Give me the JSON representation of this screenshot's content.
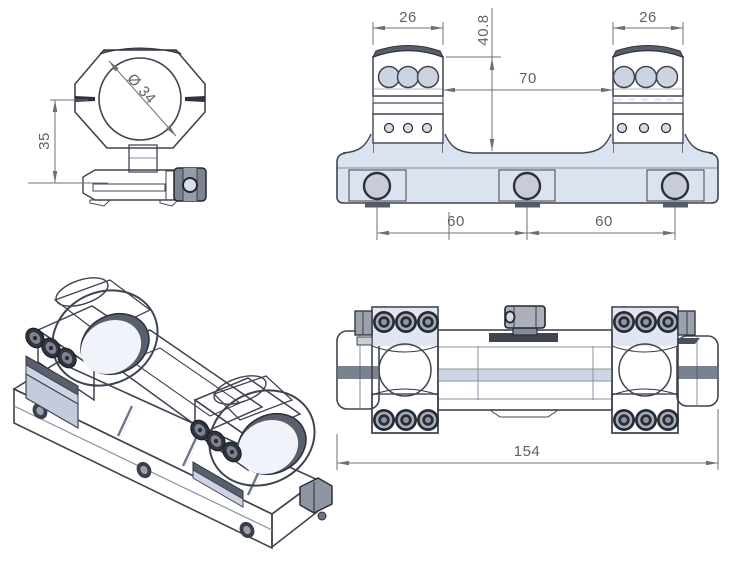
{
  "drawing": {
    "title": "scope-mount-technical-drawing",
    "background": "#ffffff",
    "colors": {
      "body": "#dbe3f1",
      "body_light": "#eef2f8",
      "body_shade": "#b9c3d6",
      "dark_band": "#656c7a",
      "darker_band": "#3e4450",
      "outline": "#3f4450",
      "dim_line": "#6b7075",
      "dim_text": "#5d6560"
    },
    "views": {
      "ring_front": {
        "dim_bore_diameter": "Ø 34",
        "dim_ring_height": "35"
      },
      "mount_front": {
        "dim_left_ring_width": "26",
        "dim_right_ring_width": "26",
        "dim_top_to_base_height": "40.8",
        "dim_inner_ring_spacing": "70",
        "dim_screw_spacing_left": "60",
        "dim_screw_spacing_right": "60"
      },
      "mount_top": {
        "dim_overall_length": "154"
      }
    }
  }
}
